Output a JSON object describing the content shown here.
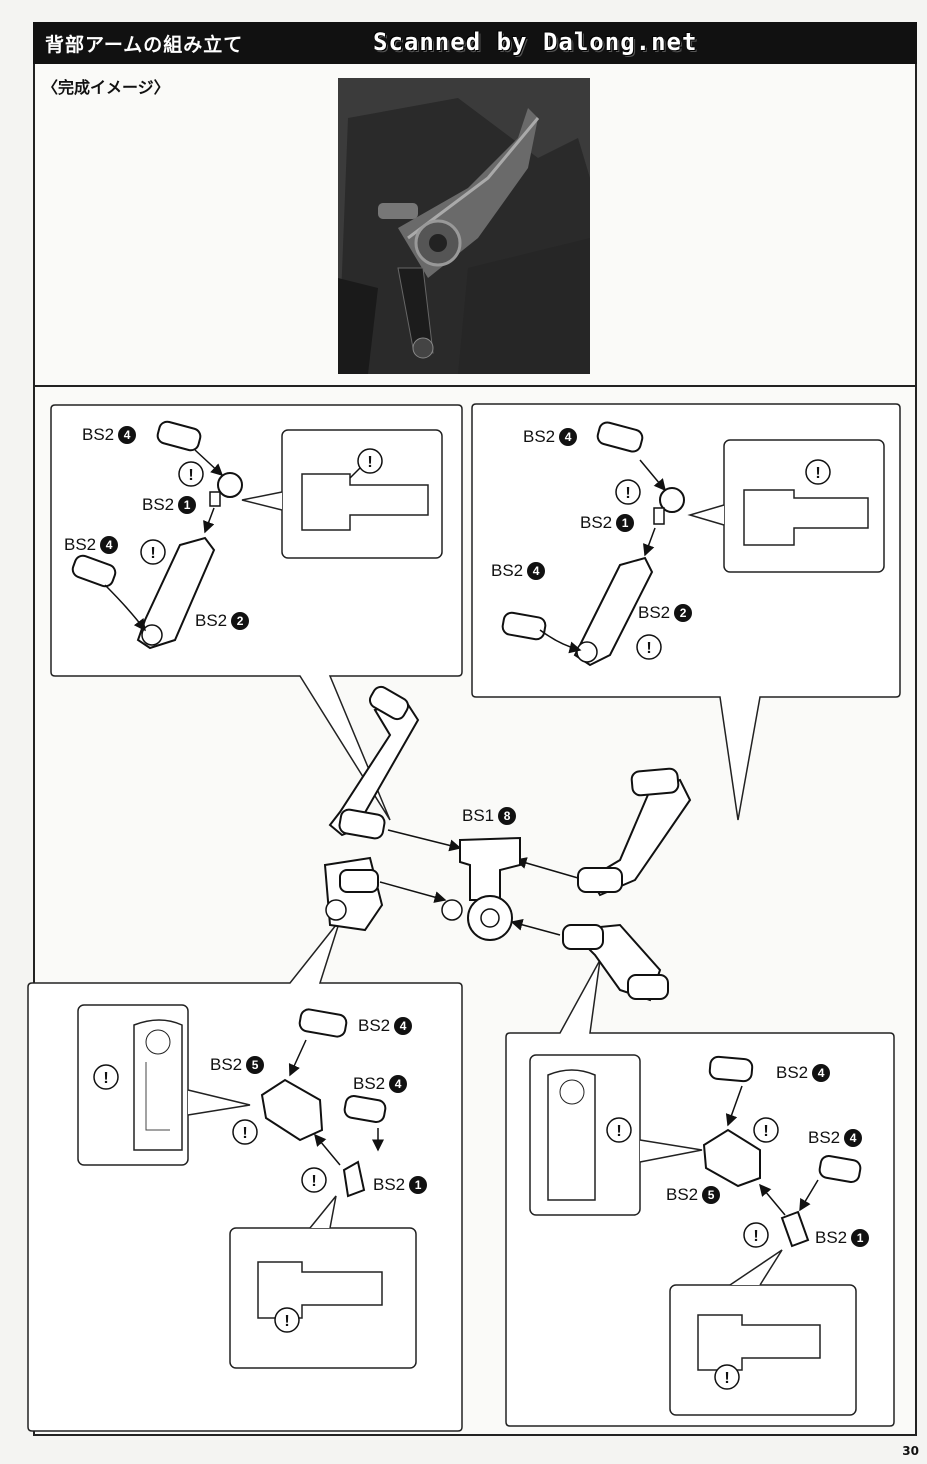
{
  "header": {
    "title": "背部アームの組み立て",
    "watermark": "Scanned by Dalong.net"
  },
  "image_section": {
    "label": "〈完成イメージ〉"
  },
  "parts": {
    "bs2_4": {
      "code": "BS2",
      "num": "4"
    },
    "bs2_1": {
      "code": "BS2",
      "num": "1"
    },
    "bs2_2": {
      "code": "BS2",
      "num": "2"
    },
    "bs2_5": {
      "code": "BS2",
      "num": "5"
    },
    "bs1_8": {
      "code": "BS1",
      "num": "8"
    }
  },
  "caution_mark": "!",
  "page_number": "30"
}
